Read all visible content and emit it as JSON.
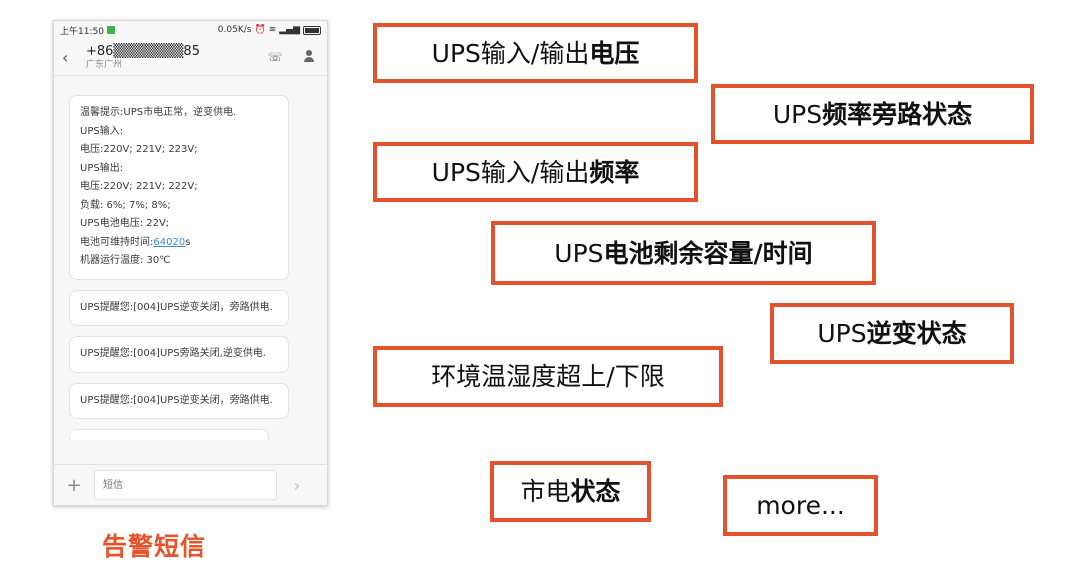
{
  "phone": {
    "status_bar": {
      "time": "上午11:50",
      "speed": "0.05K/s",
      "icons": [
        "alarm-icon",
        "wifi-icon",
        "signal-icon",
        "battery-icon"
      ]
    },
    "header": {
      "back_icon": "‹",
      "number": "+86▒▒▒▒▒▒▒85",
      "location": "广东广州",
      "call_icon": "☏"
    },
    "messages": [
      {
        "lines": [
          "温馨提示:UPS市电正常，逆变供电.",
          "UPS输入:",
          "电压:220V; 221V; 223V;",
          "UPS输出:",
          "电压:220V; 221V; 222V;",
          "负载:  6%;   7%;   8%;",
          "UPS电池电压: 22V;"
        ],
        "battery_time_prefix": "电池可维持时间:",
        "battery_time_value": "64020",
        "battery_time_unit": "s",
        "temperature": "机器运行温度: 30℃"
      },
      {
        "text": "UPS提醒您:[004]UPS逆变关闭，旁路供电."
      },
      {
        "text": "UPS提醒您:[004]UPS旁路关闭,逆变供电."
      },
      {
        "text": "UPS提醒您:[004]UPS逆变关闭，旁路供电."
      }
    ],
    "compose": {
      "add_icon": "+",
      "placeholder": "短信",
      "send_icon": "›"
    }
  },
  "caption": "告警短信",
  "tags": {
    "io_voltage": {
      "plain": "UPS输入/输出",
      "bold": "电压"
    },
    "bypass_freq": {
      "plain": "UPS",
      "bold": "频率旁路状态"
    },
    "io_freq": {
      "plain": "UPS输入/输出",
      "bold": "频率"
    },
    "battery": {
      "plain": "UPS",
      "bold": "电池剩余容量/时间"
    },
    "inverter": {
      "plain": "UPS",
      "bold": "逆变状态"
    },
    "env": {
      "plain": "环境温湿度超上/下限",
      "bold": ""
    },
    "mains": {
      "plain": "市电",
      "bold": "状态"
    },
    "more": {
      "plain": "more...",
      "bold": ""
    }
  },
  "colors": {
    "accent": "#e4522b",
    "caption": "#e8542a",
    "link": "#3a8fd6"
  }
}
